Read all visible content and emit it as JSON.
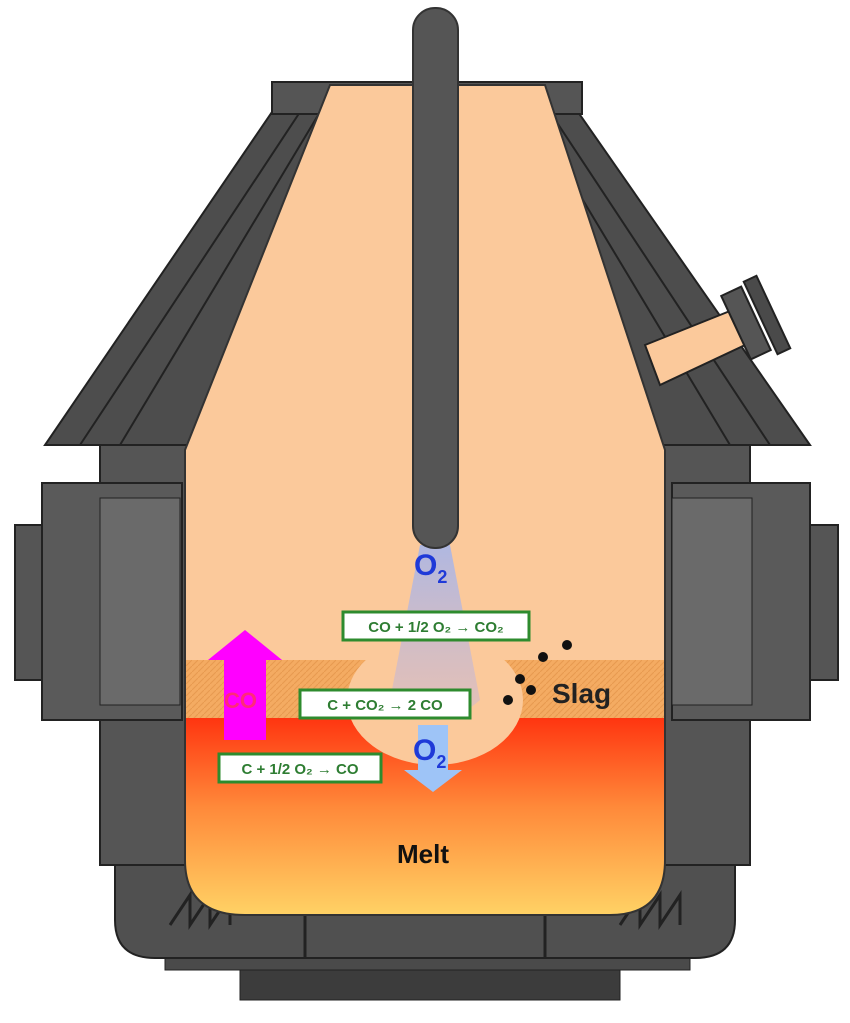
{
  "labels": {
    "o2_top": "O",
    "o2_top_sub": "2",
    "o2_bottom": "O",
    "o2_bottom_sub": "2",
    "co_arrow": "CO",
    "slag": "Slag",
    "melt": "Melt"
  },
  "equations": {
    "eq1": "CO + 1/2 O₂ → CO₂",
    "eq2": "C + CO₂ → 2 CO",
    "eq3": "C + 1/2 O₂ → CO"
  },
  "colors": {
    "shell": "#4a4a4a",
    "refractory": "#fbc99b",
    "slag": "#f3a860",
    "melt_top": "#ff3b14",
    "melt_bottom": "#ffd060",
    "co_arrow": "#ff00ff",
    "o2_jet": "#9bbcf5",
    "equation_border": "#2e8b2e"
  }
}
